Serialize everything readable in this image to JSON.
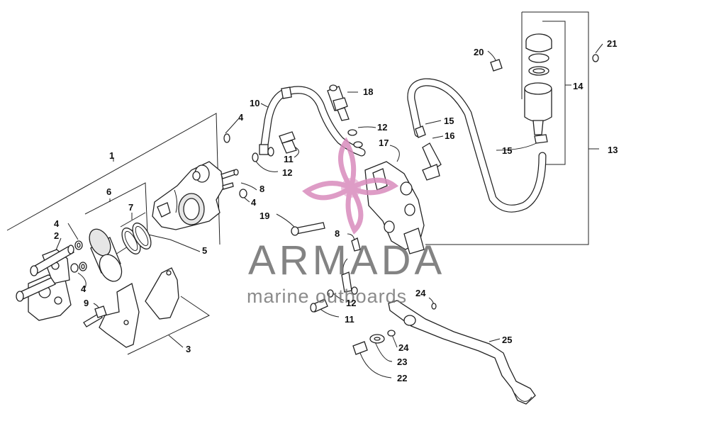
{
  "watermark": {
    "brand": "ARMADA",
    "tagline": "marine outboards",
    "accent_color": "#d98bbd",
    "text_color": "#6e6e6e"
  },
  "callouts": {
    "c1": "1",
    "c2": "2",
    "c3": "3",
    "c4a": "4",
    "c4b": "4",
    "c4c": "4",
    "c4d": "4",
    "c5": "5",
    "c6": "6",
    "c7": "7",
    "c8a": "8",
    "c8b": "8",
    "c9": "9",
    "c10": "10",
    "c11a": "11",
    "c11b": "11",
    "c12a": "12",
    "c12b": "12",
    "c12c": "12",
    "c13": "13",
    "c14": "14",
    "c15a": "15",
    "c15b": "15",
    "c16": "16",
    "c17": "17",
    "c18": "18",
    "c19": "19",
    "c20": "20",
    "c21": "21",
    "c22": "22",
    "c23": "23",
    "c24a": "24",
    "c24b": "24",
    "c25": "25"
  }
}
